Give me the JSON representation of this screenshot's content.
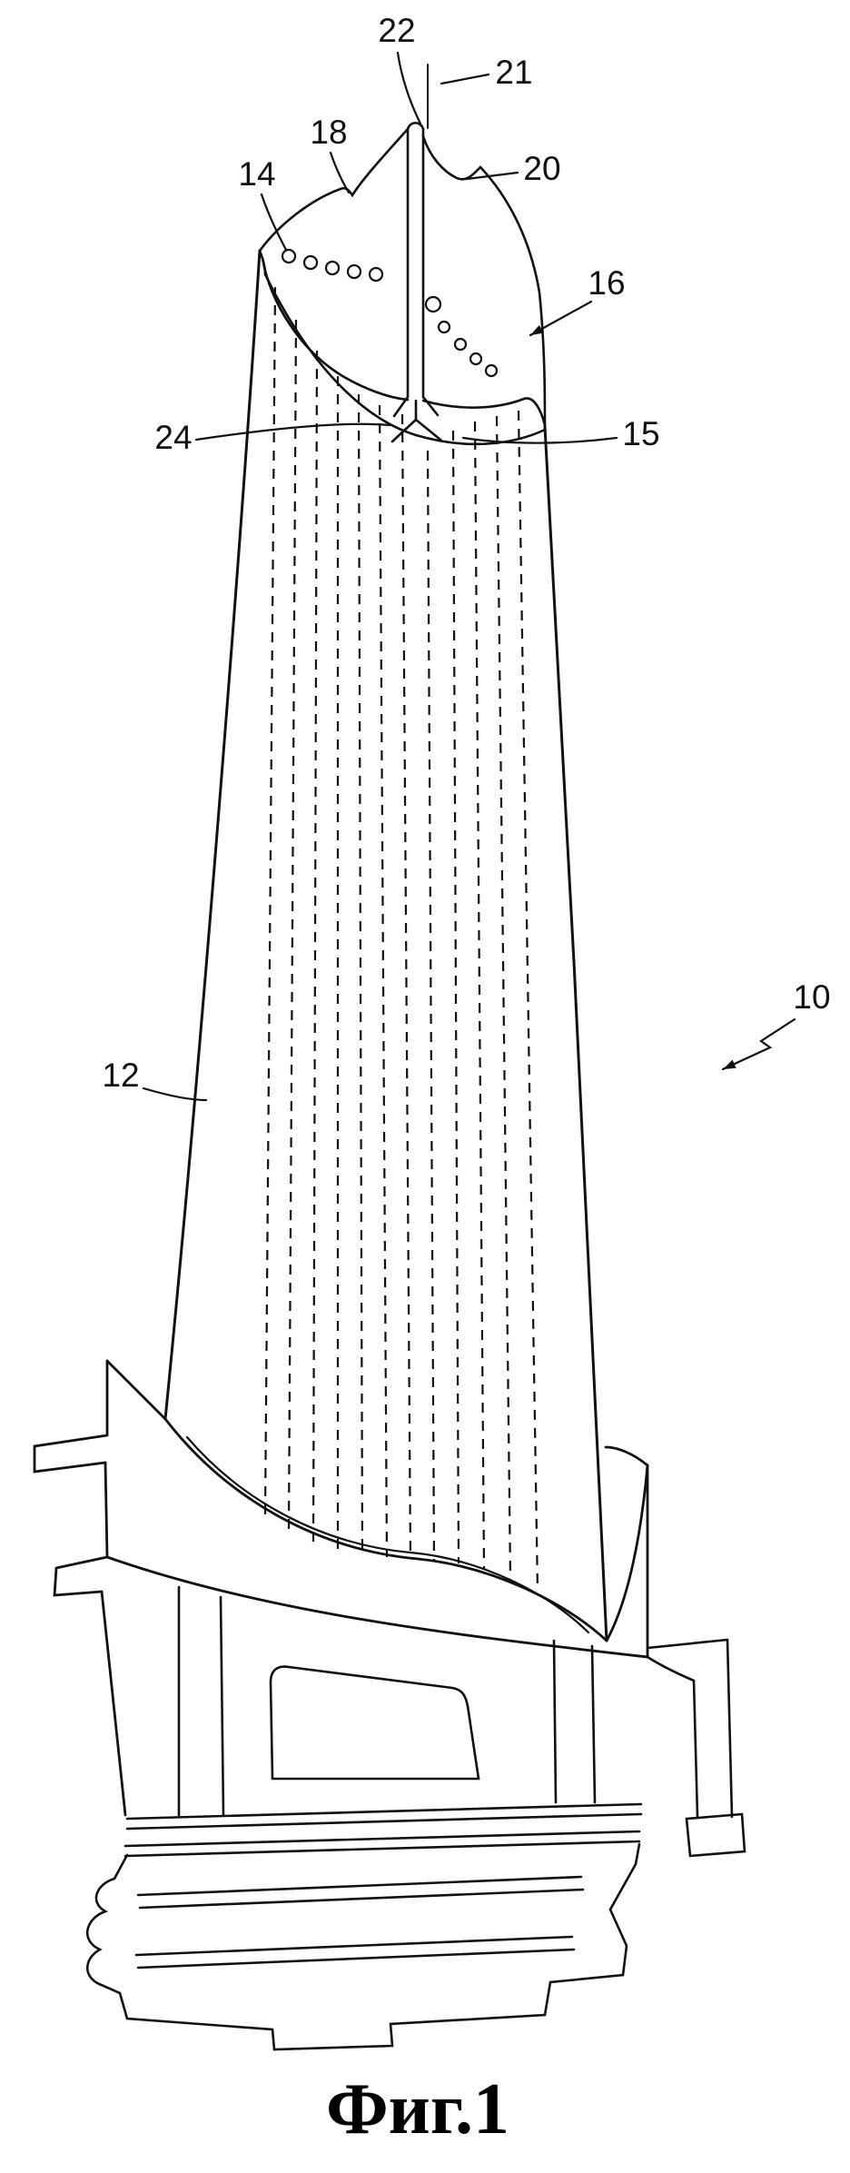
{
  "figure": {
    "caption": "Фиг.1",
    "colors": {
      "ink": "#111111",
      "background": "#ffffff"
    },
    "labels": [
      {
        "ref": "22"
      },
      {
        "ref": "21"
      },
      {
        "ref": "18"
      },
      {
        "ref": "14"
      },
      {
        "ref": "20"
      },
      {
        "ref": "16"
      },
      {
        "ref": "24"
      },
      {
        "ref": "15"
      },
      {
        "ref": "10"
      },
      {
        "ref": "12"
      }
    ]
  }
}
